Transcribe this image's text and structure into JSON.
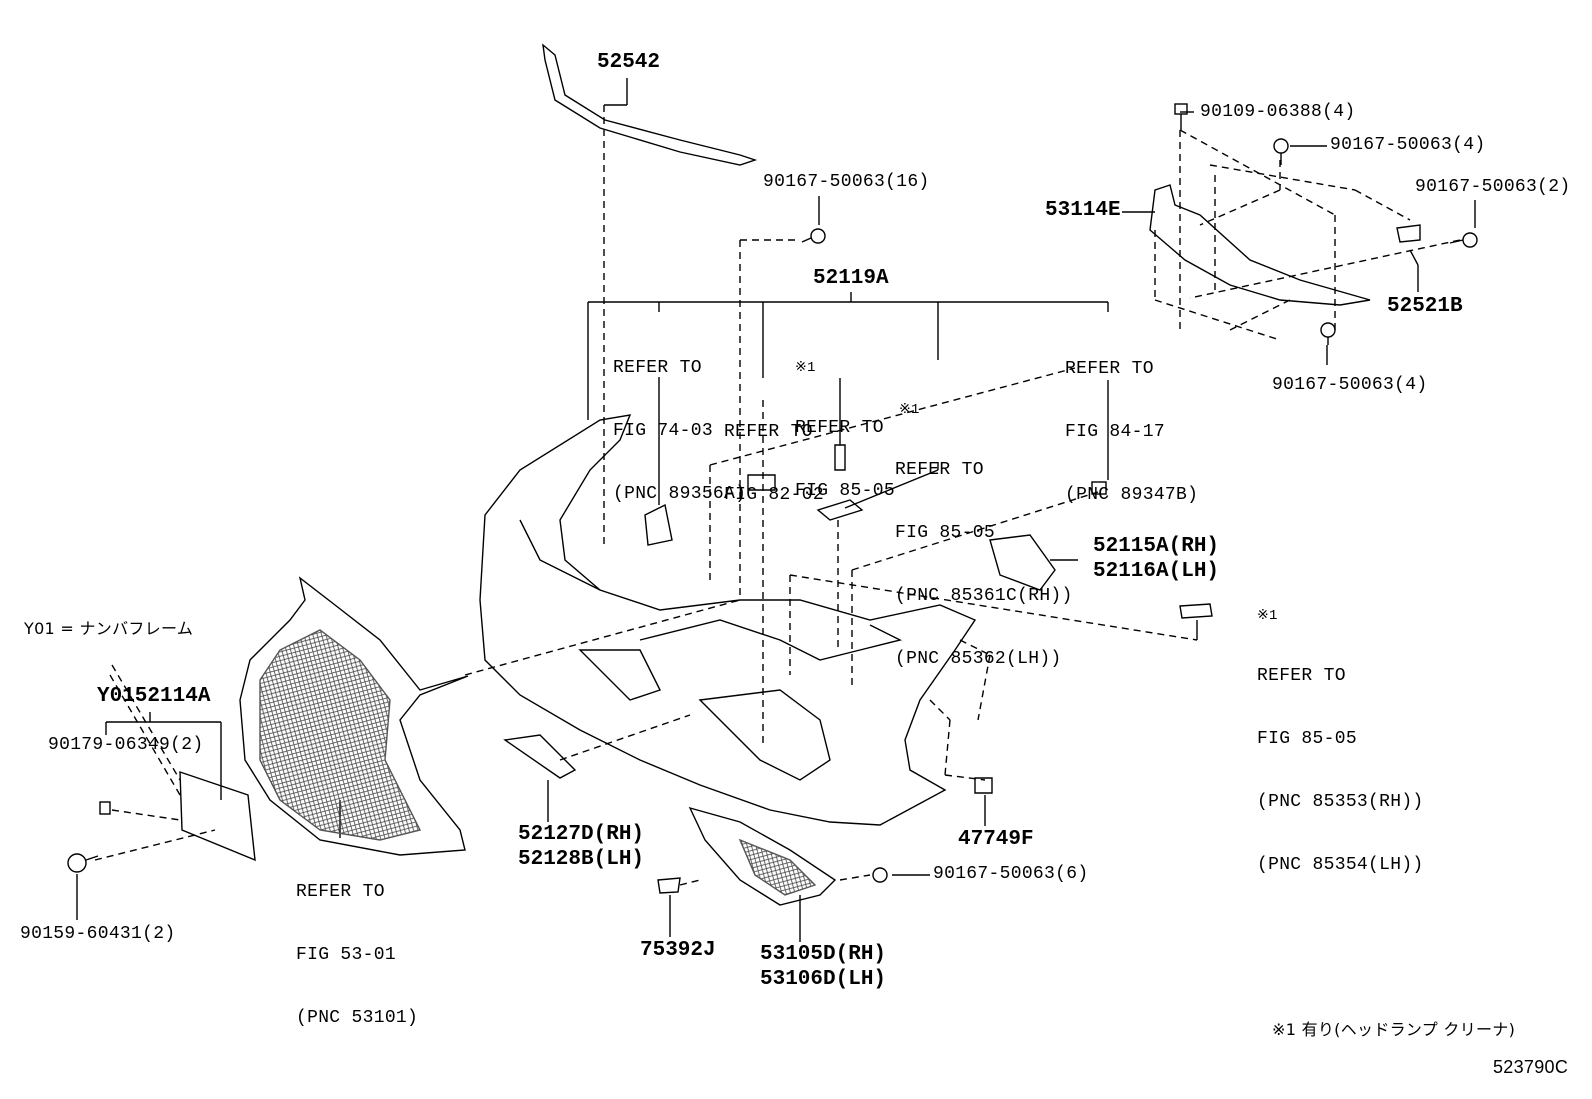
{
  "parts": {
    "p52542": "52542",
    "p90167_16": "90167-50063(16)",
    "p52119A": "52119A",
    "p90109": "90109-06388(4)",
    "p90167_4a": "90167-50063(4)",
    "p90167_2": "90167-50063(2)",
    "p53114E": "53114E",
    "p52521B": "52521B",
    "p90167_4b": "90167-50063(4)",
    "p52115A": "52115A(RH)",
    "p52116A": "52116A(LH)",
    "pY0152114A": "Y0152114A",
    "p90179": "90179-06349(2)",
    "p90159": "90159-60431(2)",
    "p52127D": "52127D(RH)",
    "p52128B": "52128B(LH)",
    "p47749F": "47749F",
    "p90167_6": "90167-50063(6)",
    "p75392J": "75392J",
    "p53105D": "53105D(RH)",
    "p53106D": "53106D(LH)"
  },
  "refs": {
    "r1": [
      "REFER TO",
      "FIG 74-03",
      "(PNC 89356A)"
    ],
    "r2": [
      "※1",
      "REFER TO",
      "FIG 85-05"
    ],
    "r3": [
      "REFER TO",
      "FIG 82-02"
    ],
    "r4": [
      "※1",
      "REFER TO",
      "FIG 85-05",
      "(PNC 85361C(RH))",
      "(PNC 85362(LH))"
    ],
    "r5": [
      "REFER TO",
      "FIG 84-17",
      "(PNC 89347B)"
    ],
    "r6": [
      "※1",
      "REFER TO",
      "FIG 85-05",
      "(PNC 85353(RH))",
      "(PNC 85354(LH))"
    ],
    "r7": [
      "REFER TO",
      "FIG 53-01",
      "(PNC 53101)"
    ]
  },
  "notes": {
    "legend_y01": "Y01 = ナンバフレーム",
    "footnote": "※1 有り(ヘッドランプ クリーナ)",
    "diagram_id": "523790C"
  }
}
